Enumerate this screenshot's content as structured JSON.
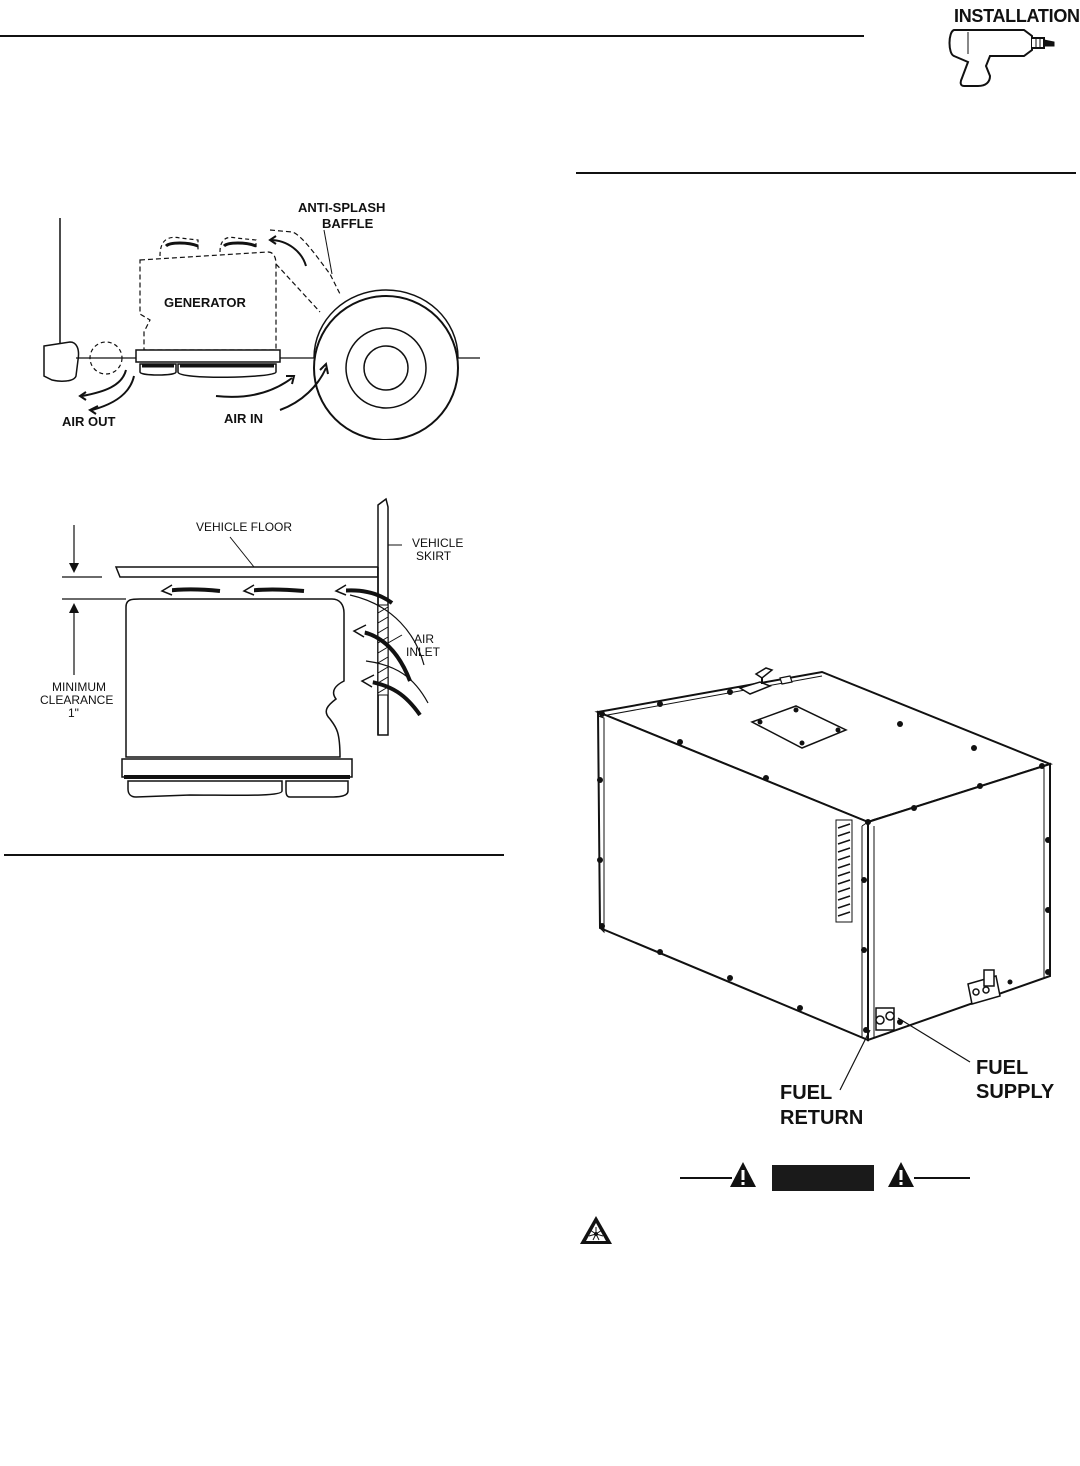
{
  "header": {
    "section_label": "INSTALLATION",
    "icon": "drill-icon"
  },
  "figure_airflow": {
    "labels": {
      "anti_splash_line1": "ANTI-SPLASH",
      "anti_splash_line2": "BAFFLE",
      "generator": "GENERATOR",
      "air_out": "AIR OUT",
      "air_in": "AIR IN"
    }
  },
  "figure_clearance": {
    "labels": {
      "vehicle_floor": "VEHICLE FLOOR",
      "vehicle_skirt_line1": "VEHICLE",
      "vehicle_skirt_line2": "SKIRT",
      "air_inlet_line1": "AIR",
      "air_inlet_line2": "INLET",
      "min_clearance_line1": "MINIMUM",
      "min_clearance_line2": "CLEARANCE",
      "min_clearance_line3": "1\""
    }
  },
  "figure_generator": {
    "labels": {
      "fuel_supply_line1": "FUEL",
      "fuel_supply_line2": "SUPPLY",
      "fuel_return_line1": "FUEL",
      "fuel_return_line2": "RETURN"
    }
  },
  "warning": {
    "icons": [
      "warning-triangle-icon",
      "explosion-hazard-icon"
    ]
  }
}
